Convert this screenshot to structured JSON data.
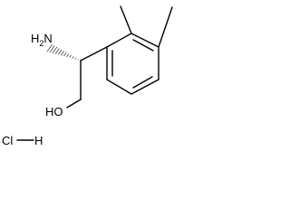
{
  "molecule": {
    "amine_label": "H",
    "amine_subscript": "2",
    "amine_atom": "N",
    "hydroxyl_label": "HO",
    "salt_chlorine": "Cl",
    "salt_hydrogen": "H"
  },
  "colors": {
    "bond": "#000000",
    "text": "#000000",
    "background": "#ffffff"
  }
}
